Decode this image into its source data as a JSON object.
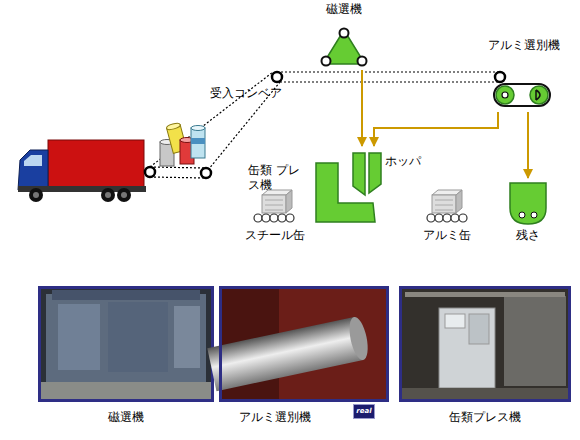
{
  "diagram": {
    "nodes": [
      {
        "text": [
          "磁選機"
        ]
      },
      {
        "text": [
          "アルミ選別機"
        ]
      },
      {
        "text": [
          "受入コンベア"
        ]
      },
      {
        "text": [
          "缶類 プレス機"
        ]
      },
      {
        "text": [
          "ホッパ"
        ]
      },
      {
        "text": [
          "スチール缶"
        ]
      },
      {
        "text": [
          "アルミ缶"
        ]
      },
      {
        "text": [
          "残さ"
        ]
      },
      {
        "text": [
          "磁選機"
        ]
      },
      {
        "text": [
          "アルミ選別機"
        ]
      },
      {
        "text": [
          "缶類プレス機"
        ]
      }
    ],
    "edges": [
      {
        "from": 0,
        "to": 4,
        "arrow": "to"
      },
      {
        "from": 1,
        "to": 4,
        "arrow": "to"
      },
      {
        "from": 1,
        "to": 7,
        "arrow": "to"
      }
    ],
    "labels": [
      "real"
    ]
  }
}
